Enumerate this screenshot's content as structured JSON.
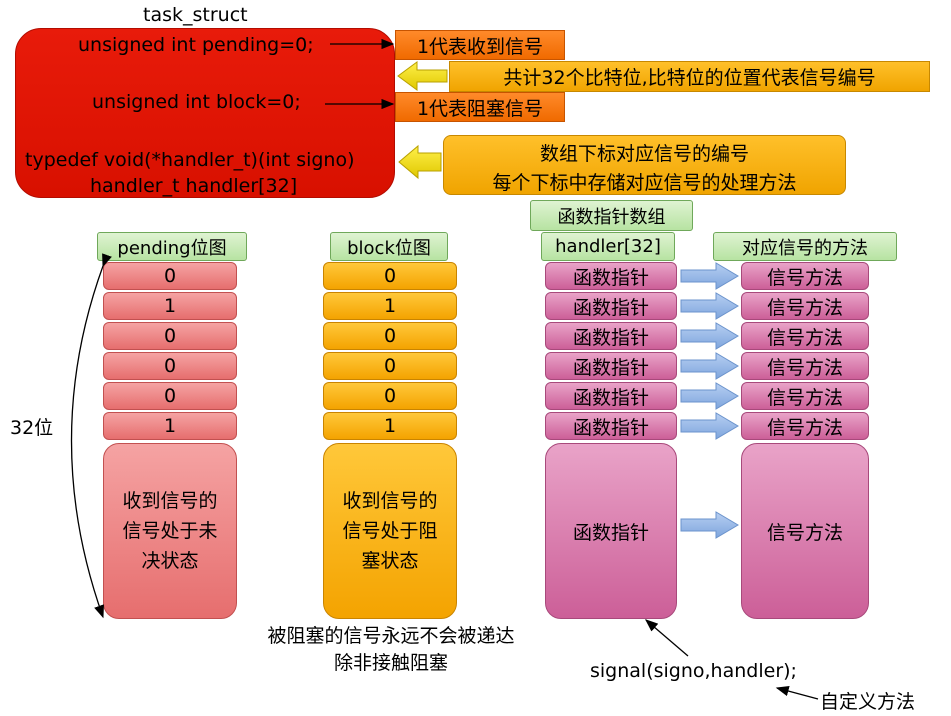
{
  "struct": {
    "title": "task_struct",
    "pending_decl": "unsigned int pending=0;",
    "block_decl": "unsigned int block=0;",
    "typedef_line1": "typedef void(*handler_t)(int signo)",
    "typedef_line2": "handler_t handler[32]"
  },
  "notes": {
    "pending_meaning": "1代表收到信号",
    "bits_meaning": "共计32个比特位,比特位的位置代表信号编号",
    "block_meaning": "1代表阻塞信号",
    "handler_line1": "数组下标对应信号的编号",
    "handler_line2": "每个下标中存储对应信号的处理方法"
  },
  "columns": {
    "pending_title": "pending位图",
    "block_title": "block位图",
    "fp_array_title": "函数指针数组",
    "handler_title": "handler[32]",
    "method_title": "对应信号的方法"
  },
  "pending_bits": [
    "0",
    "1",
    "0",
    "0",
    "0",
    "1"
  ],
  "block_bits": [
    "0",
    "1",
    "0",
    "0",
    "0",
    "1"
  ],
  "fp_cells": [
    "函数指针",
    "函数指针",
    "函数指针",
    "函数指针",
    "函数指针",
    "函数指针"
  ],
  "method_cells": [
    "信号方法",
    "信号方法",
    "信号方法",
    "信号方法",
    "信号方法",
    "信号方法"
  ],
  "big_cells": {
    "pending_l1": "收到信号的",
    "pending_l2": "信号处于未",
    "pending_l3": "决状态",
    "block_l1": "收到信号的",
    "block_l2": "信号处于阻",
    "block_l3": "塞状态",
    "fp": "函数指针",
    "method": "信号方法"
  },
  "labels": {
    "bits_count": "32位",
    "blocked_note_1": "被阻塞的信号永远不会被递达",
    "blocked_note_2": "除非接触阻塞",
    "signal_call": "signal(signo,handler);",
    "custom_method": "自定义方法"
  },
  "colors": {
    "struct_red": "#e01508",
    "note_orange": "#f57a14",
    "note_gold": "#f8b216",
    "tab_green": "#c9ebb6",
    "pending_pink": "#ee8a8a",
    "block_amber": "#fab51f",
    "handler_magenta": "#db80b0",
    "arrow_blue": "#8fb4e6"
  }
}
